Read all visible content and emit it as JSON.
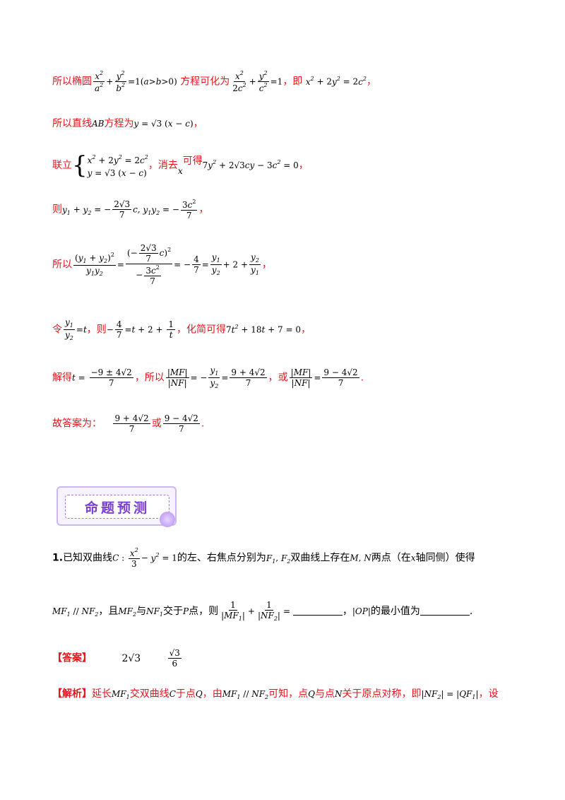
{
  "line1": {
    "t1": "所以椭圆",
    "t2": "方程可化为",
    "t3": "，即",
    "t4": "，"
  },
  "line2": {
    "t1": "所以直线",
    "ab": "AB",
    "t2": "方程为",
    "t3": "，"
  },
  "line3": {
    "t1": "联立",
    "t2": "，消去",
    "x": "x",
    "t3": "可得",
    "t4": "，"
  },
  "line4": {
    "t1": "则",
    "t2": "，"
  },
  "line5": {
    "t1": "所以",
    "t2": "，"
  },
  "line6": {
    "t1": "令",
    "t2": "，则",
    "t3": "，化简可得",
    "t4": "，"
  },
  "line7": {
    "t1": "解得",
    "t2": "，所以",
    "t3": "，或",
    "t4": "."
  },
  "line8": {
    "t1": "故答案为：",
    "or": "或",
    "end": "."
  },
  "section": {
    "title": "命题预测"
  },
  "problem": {
    "number": "1.",
    "t1": "已知双曲线",
    "t2": "的左、右焦点分别为",
    "t3": "双曲线上存在",
    "t4": "两点（在",
    "xaxis": "x",
    "t5": "轴同侧）使得",
    "l2a": "，且",
    "l2b": "与",
    "l2c": "交于",
    "p": "P",
    "l2d": "点，则",
    "l2e": "，",
    "l2f": "的最小值为",
    "l2g": "."
  },
  "answer": {
    "tag": "【答案】",
    "v1": "2√3",
    "v2_num": "√3",
    "v2_den": "6"
  },
  "analysis": {
    "tag": "【解析】",
    "t1": "延长",
    "t2": "交双曲线",
    "c": "C",
    "t3": "于点",
    "q": "Q",
    "t4": "，由",
    "t5": "可知，点",
    "t6": "与点",
    "n": "N",
    "t7": "关于原点对称，即",
    "t8": "，设"
  }
}
